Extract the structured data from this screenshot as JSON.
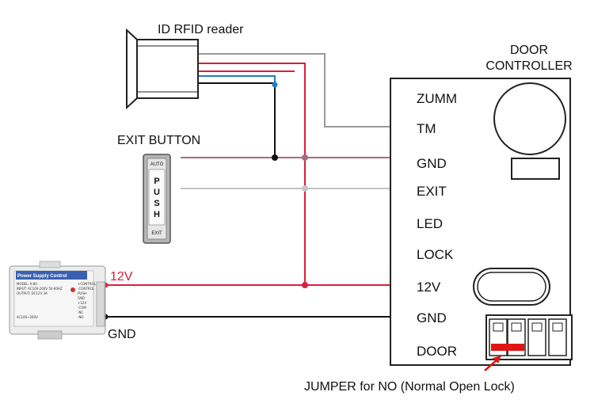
{
  "labels": {
    "reader": "ID RFID reader",
    "controller_line1": "DOOR",
    "controller_line2": "CONTROLLER",
    "exit_button": "EXIT BUTTON",
    "v12": "12V",
    "gnd": "GND",
    "jumper_note": "JUMPER for NO (Normal Open Lock)"
  },
  "terminals": [
    "ZUMM",
    "TM",
    "GND",
    "EXIT",
    "LED",
    "LOCK",
    "12V",
    "GND",
    "DOOR"
  ],
  "exit_button": {
    "top": "AUTO",
    "letters": [
      "P",
      "U",
      "S",
      "H"
    ],
    "bottom": "EXIT"
  },
  "psu": {
    "title": "Power Supply Control",
    "model": "MODEL: K-80",
    "input": "INPUT: AC100-260V 50-60HZ",
    "output": "OUTPUT: DC12V 3A",
    "rating": "AC100~260V",
    "terminal_labels": [
      "+CONTROL",
      "-CONTROL",
      "PUSH",
      "GND",
      "+12V",
      "-COM",
      "-NC",
      "-NO"
    ]
  },
  "colors": {
    "red": "#d81f3b",
    "gray": "#9a9a9a",
    "light_gray": "#c4c4c4",
    "blue": "#1e7fc4",
    "mauve": "#a86a7e",
    "black": "#111111",
    "jumper": "#e01515"
  }
}
